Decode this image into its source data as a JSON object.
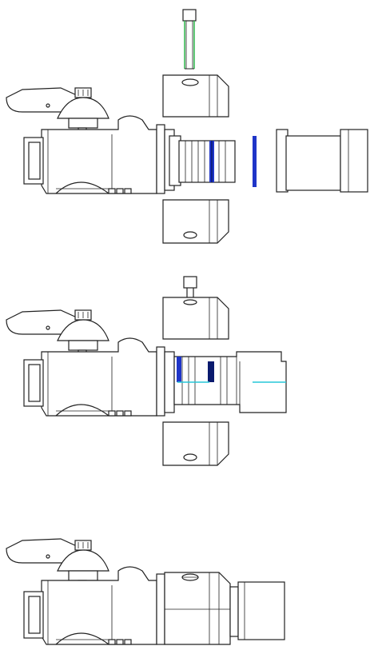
{
  "figure": {
    "title": "",
    "colors": {
      "line": "#222222",
      "seal_ring": "#1f35c8",
      "seal_ring_dark": "#0a1a6e",
      "screw": "#2db84a",
      "center_line": "#27c7d8",
      "background": "#ffffff"
    },
    "stages": [
      {
        "id": "stage-1",
        "state": "exploded"
      },
      {
        "id": "stage-2",
        "state": "partially assembled"
      },
      {
        "id": "stage-3",
        "state": "assembled"
      }
    ]
  }
}
